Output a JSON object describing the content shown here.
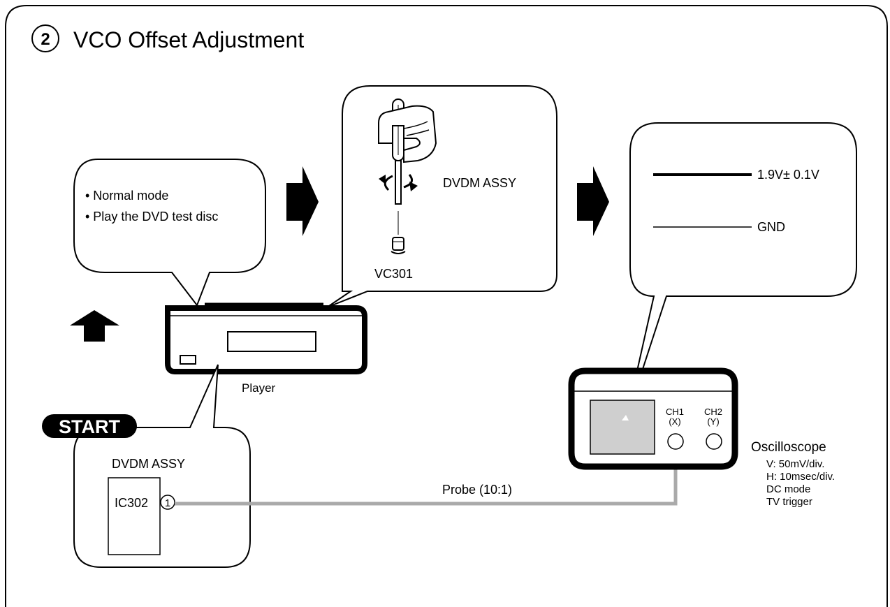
{
  "title": {
    "step_number": "2",
    "text": "VCO Offset Adjustment"
  },
  "step1_bubble": {
    "lines": [
      "• Normal mode",
      "• Play the DVD test disc"
    ]
  },
  "adjust_bubble": {
    "board_label": "DVDM ASSY",
    "part_label": "VC301"
  },
  "waveform_bubble": {
    "signal_label": "1.9V± 0.1V",
    "gnd_label": "GND"
  },
  "player": {
    "label": "Player"
  },
  "start_bubble": {
    "start_label": "START",
    "board_label": "DVDM ASSY",
    "ic_label": "IC302",
    "pin_label": "1"
  },
  "probe": {
    "label": "Probe (10:1)"
  },
  "oscilloscope": {
    "ch1_name": "CH1",
    "ch1_axis": "(X)",
    "ch2_name": "CH2",
    "ch2_axis": "(Y)",
    "title": "Oscilloscope",
    "settings": [
      "V: 50mV/div.",
      "H: 10msec/div.",
      "DC mode",
      "TV trigger"
    ]
  },
  "colors": {
    "line": "#000000",
    "probe_cable": "#aaaaaa",
    "screen": "#cfcfcf",
    "background": "#ffffff"
  }
}
